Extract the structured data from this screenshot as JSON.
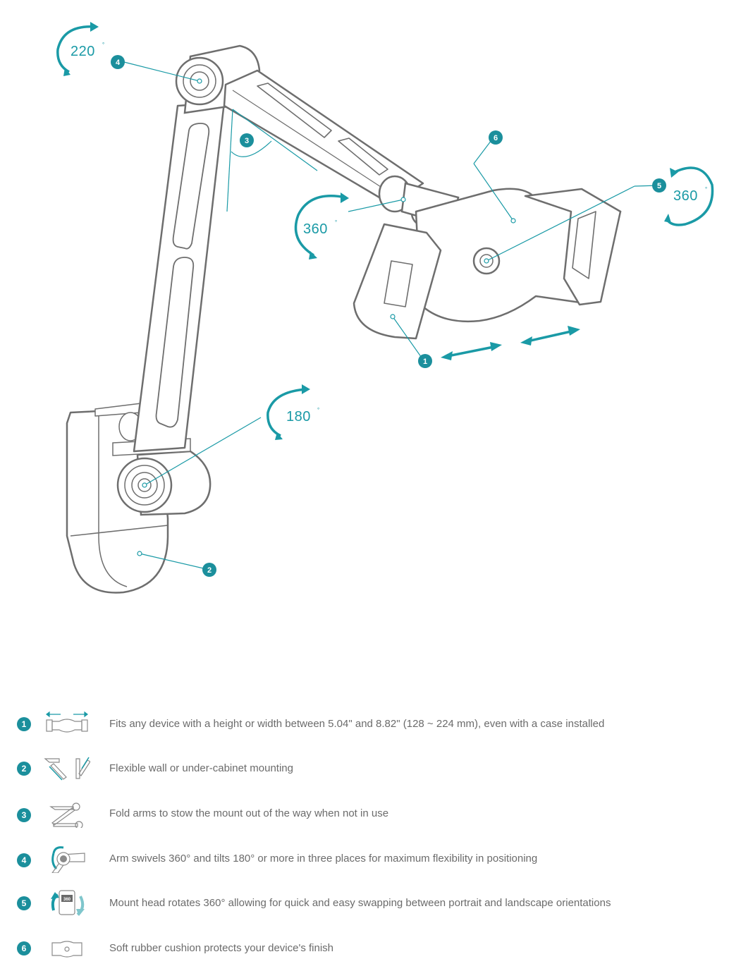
{
  "angles": {
    "a220": "220",
    "a360_joint": "360",
    "a360_head": "360",
    "a180": "180",
    "degree_mark": "°"
  },
  "callouts": [
    "1",
    "2",
    "3",
    "4",
    "5",
    "6"
  ],
  "colors": {
    "accent": "#1a9aa6",
    "badge": "#1b8f9c",
    "outline": "#6e6e6e",
    "text": "#6b6b6b"
  },
  "features": [
    {
      "num": "1",
      "icon": "expanding-clamp-icon",
      "text": "Fits any device with a height or width between 5.04\" and 8.82\" (128 ~ 224 mm), even with a case installed"
    },
    {
      "num": "2",
      "icon": "wall-cabinet-mount-icon",
      "text": "Flexible wall or under-cabinet mounting"
    },
    {
      "num": "3",
      "icon": "folding-arm-icon",
      "text": "Fold arms to stow the mount out of the way when not in use"
    },
    {
      "num": "4",
      "icon": "swivel-joint-icon",
      "text": "Arm swivels 360° and tilts 180° or more in three places for maximum flexibility in positioning"
    },
    {
      "num": "5",
      "icon": "rotate-360-tablet-icon",
      "text": "Mount head rotates 360° allowing for quick and easy swapping between portrait and landscape orientations"
    },
    {
      "num": "6",
      "icon": "rubber-cushion-icon",
      "text": "Soft rubber cushion protects your device's finish"
    }
  ]
}
